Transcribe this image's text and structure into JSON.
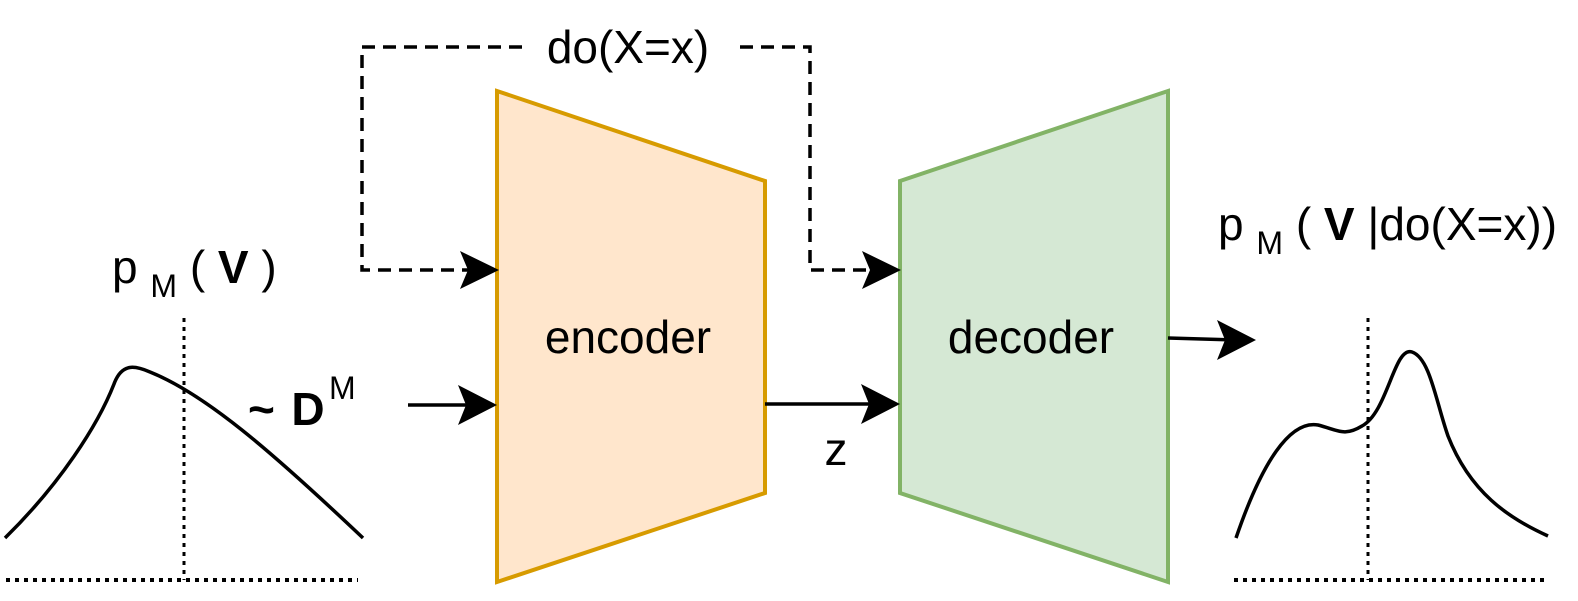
{
  "nodes": {
    "encoder": {
      "label": "encoder",
      "fill": "#FFE6CC",
      "stroke": "#D79B00"
    },
    "decoder": {
      "label": "decoder",
      "fill": "#D5E8D4",
      "stroke": "#82B366"
    }
  },
  "labels": {
    "intervention": "do(X=x)",
    "latent": "z",
    "sample": {
      "tilde": "~",
      "symbol": "D",
      "superscript": "M"
    },
    "prior": {
      "p": "p",
      "sub": "M",
      "open": "(",
      "var": "V",
      "close": ")"
    },
    "posterior": {
      "p": "p",
      "sub": "M",
      "open": "(",
      "var": "V",
      "rest": "|do(X=x))"
    }
  },
  "colors": {
    "line": "#000000",
    "background": "#FFFFFF"
  },
  "distributions": {
    "input": "unimodal",
    "output": "bimodal"
  }
}
